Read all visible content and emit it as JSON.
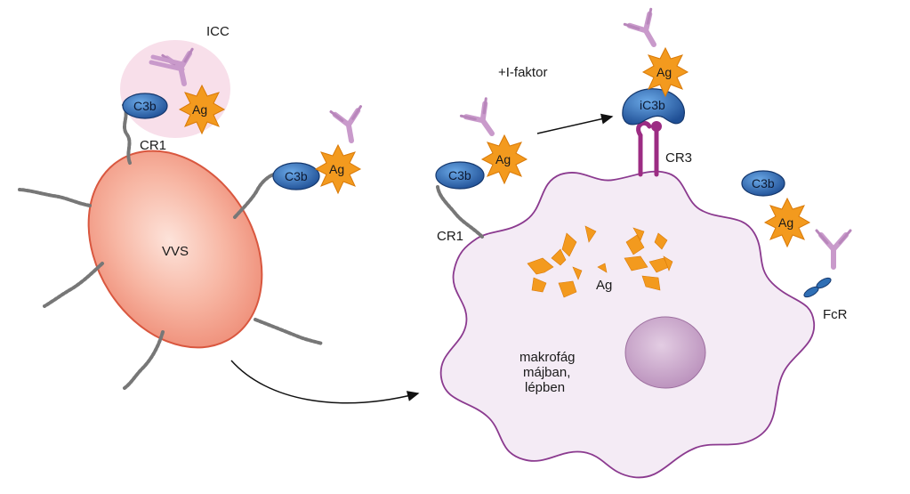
{
  "labels": {
    "icc": "ICC",
    "cr1_top": "CR1",
    "cr1_right": "CR1",
    "cr3": "CR3",
    "fcr": "FcR",
    "vvs": "VVS",
    "i_factor": "+I-faktor",
    "ag_inside": "Ag",
    "macrophage_line1": "makrofág",
    "macrophage_line2": "májban,",
    "macrophage_line3": "lépben"
  },
  "molecules": {
    "c3b": "C3b",
    "ic3b": "iC3b",
    "ag": "Ag"
  },
  "colors": {
    "rbc_fill": "#f3a08c",
    "rbc_edge": "#d9573f",
    "icc_halo": "#f7dde9",
    "cell_fill": "#f4ebf5",
    "cell_edge": "#8b3a8f",
    "nucleus": "#c9a5c9",
    "c3b": "#2f6fb5",
    "antigen": "#f39a1e",
    "antibody": "#c99acb",
    "cr3": "#9c2c83"
  }
}
